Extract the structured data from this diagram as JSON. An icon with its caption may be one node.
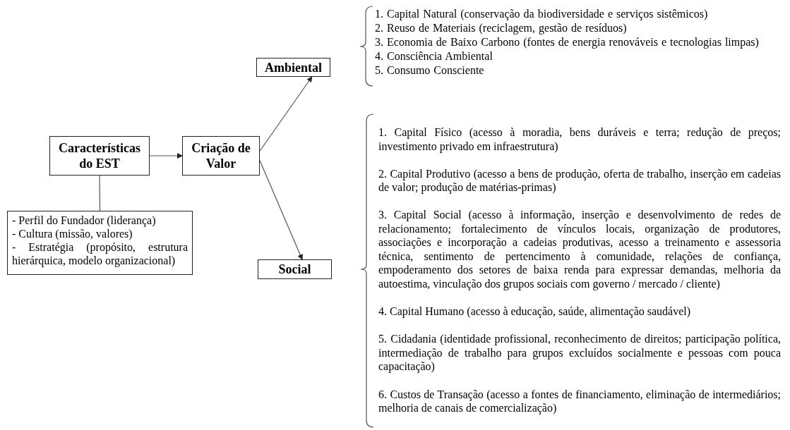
{
  "diagram": {
    "nodes": [
      {
        "text": [
          "Características do EST"
        ]
      },
      {
        "text": [
          "Criação de Valor"
        ]
      },
      {
        "text": [
          "Ambiental"
        ]
      },
      {
        "text": [
          "Social"
        ]
      },
      {
        "text": [
          "- Perfil do Fundador (liderança)",
          "- Cultura (missão, valores)",
          "- Estratégia (propósito, estrutura hierárquica, modelo organizacional)"
        ]
      }
    ],
    "edges": [
      {
        "from": 0,
        "to": 1,
        "arrow": "to"
      },
      {
        "from": 1,
        "to": 2,
        "arrow": "to"
      },
      {
        "from": 1,
        "to": 3,
        "arrow": "to"
      },
      {
        "from": 0,
        "to": 4,
        "arrow": "none"
      }
    ],
    "labels": [
      "1. Capital Natural (conservação da biodiversidade e serviços sistêmicos)",
      "2. Reuso de Materiais (reciclagem, gestão de resíduos)",
      "3. Economia de Baixo Carbono (fontes de energia renováveis e tecnologias limpas)",
      "4. Consciência Ambiental",
      "5. Consumo Consciente",
      "1. Capital Físico (acesso à moradia, bens duráveis e terra; redução de preços; investimento privado em infraestrutura)",
      "2. Capital Produtivo (acesso a bens de produção, oferta de trabalho, inserção em cadeias de valor; produção de matérias-primas)",
      "3. Capital Social (acesso à informação, inserção e desenvolvimento de redes de relacionamento; fortalecimento de vínculos locais, organização de produtores, associações e incorporação a cadeias produtivas, acesso a treinamento e assessoria técnica, sentimento de pertencimento à comunidade, relações de confiança, empoderamento dos setores de baixa renda para expressar demandas, melhoria da autoestima, vinculação dos grupos sociais com governo / mercado / cliente)",
      "4. Capital Humano (acesso à educação, saúde, alimentação saudável)",
      "5. Cidadania (identidade profissional, reconhecimento de direitos; participação política, intermediação de trabalho para grupos excluídos socialmente e pessoas com pouca capacitação)",
      "6. Custos de Transação (acesso a fontes de financiamento, eliminação de intermediários; melhoria de canais de comercialização)"
    ]
  }
}
